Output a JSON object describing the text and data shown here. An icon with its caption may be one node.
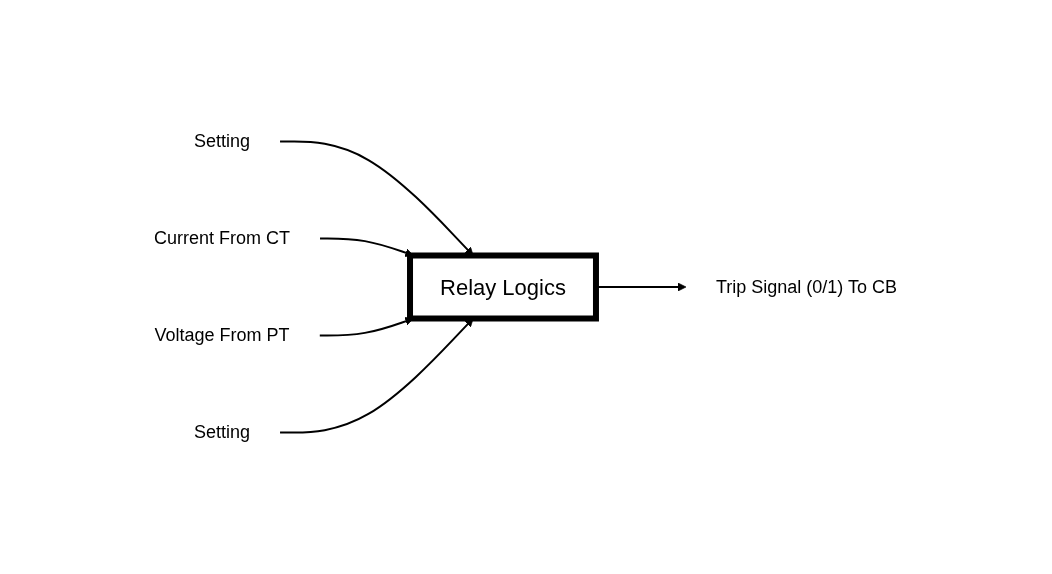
{
  "diagram": {
    "nodes": [
      {
        "text": [
          "Setting"
        ]
      },
      {
        "text": [
          "Current From CT"
        ]
      },
      {
        "text": [
          "Relay Logics"
        ]
      },
      {
        "text": [
          "Trip Signal (0/1) To CB"
        ]
      },
      {
        "text": [
          "Voltage From PT"
        ]
      },
      {
        "text": [
          "Setting"
        ]
      }
    ],
    "edges": [
      {
        "from": 0,
        "to": 2,
        "arrow": "to"
      },
      {
        "from": 1,
        "to": 2,
        "arrow": "to"
      },
      {
        "from": 4,
        "to": 2,
        "arrow": "to"
      },
      {
        "from": 2,
        "to": 3,
        "arrow": "to"
      },
      {
        "from": 5,
        "to": 2,
        "arrow": "to"
      }
    ]
  }
}
